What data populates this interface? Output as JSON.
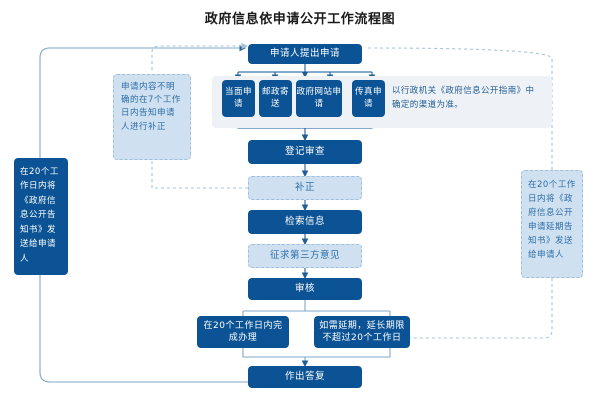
{
  "title": "政府信息依申请公开工作流程图",
  "colors": {
    "primary": "#0b5394",
    "ghost_fill": "#cfe0f0",
    "ghost_border": "#9dbfdc",
    "panel_fill": "#eef2f7",
    "note_text": "#1f5d94",
    "connector_solid": "#7fa8c9",
    "connector_dashed": "#a9c4da"
  },
  "flow": {
    "start": "申请人提出申请",
    "channels": [
      "当面申请",
      "邮政寄送",
      "政府网站申请",
      "传真申请"
    ],
    "channel_note": "以行政机关《政府信息公开指南》中确定的渠道为准。",
    "register": "登记审查",
    "supplement": "补正",
    "retrieve": "检索信息",
    "third_party": "征求第三方意见",
    "review": "审核",
    "complete_20": "在20个工作日内完成办理",
    "extend_20": "如需延期，延长期限不超过20个工作日",
    "reply": "作出答复"
  },
  "notes": {
    "left_supplement": "申请内容不明确的在7个工作日内告知申请人进行补正",
    "left_notice": "在20个工作日内将《政府信息公开告知书》发送给申请人",
    "right_extension": "在20个工作日内将《政府信息公开申请延期告知书》发送给申请人"
  }
}
